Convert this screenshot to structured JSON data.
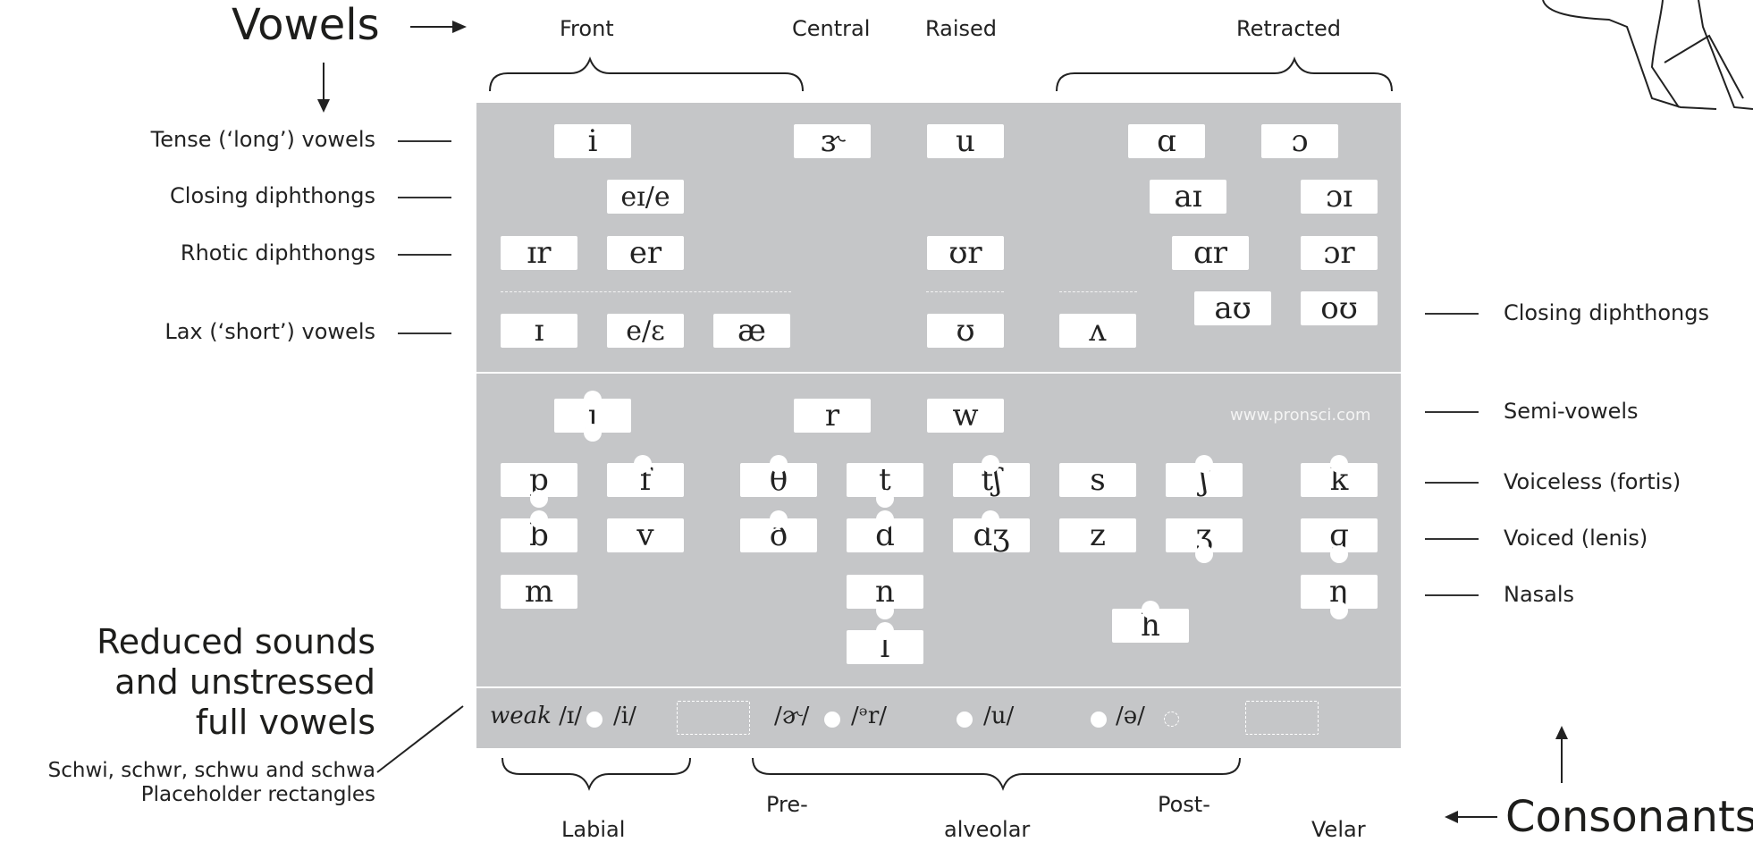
{
  "headings": {
    "vowels": "Vowels",
    "consonants": "Consonants"
  },
  "vowel_columns": {
    "front": "Front",
    "central": "Central",
    "raised": "Raised",
    "retracted": "Retracted"
  },
  "consonant_columns": {
    "labial": "Labial",
    "pre": "Pre-",
    "alveolar": "alveolar",
    "post": "Post-",
    "velar": "Velar"
  },
  "left_labels": {
    "tense": "Tense (‘long’) vowels",
    "closing": "Closing diphthongs",
    "rhotic": "Rhotic diphthongs",
    "lax": "Lax (‘short’) vowels",
    "reduced_1": "Reduced sounds",
    "reduced_2": "and unstressed",
    "reduced_3": "full vowels",
    "schwi_1": "Schwi, schwr, schwu and schwa",
    "schwi_2": "Placeholder rectangles"
  },
  "right_labels": {
    "closing": "Closing diphthongs",
    "semi": "Semi-vowels",
    "voiceless": "Voiceless (fortis)",
    "voiced": "Voiced (lenis)",
    "nasals": "Nasals"
  },
  "website": "www.pronsci.com",
  "vowel_tiles": [
    {
      "id": "i",
      "sym": "i"
    },
    {
      "id": "er-hooked",
      "sym": "ɝ"
    },
    {
      "id": "u",
      "sym": "u"
    },
    {
      "id": "script-a",
      "sym": "ɑ"
    },
    {
      "id": "open-o",
      "sym": "ɔ"
    },
    {
      "id": "ei",
      "sym": "eɪ/e"
    },
    {
      "id": "ai",
      "sym": "aɪ"
    },
    {
      "id": "oi",
      "sym": "ɔɪ"
    },
    {
      "id": "ir",
      "sym": "ɪr"
    },
    {
      "id": "er",
      "sym": "er"
    },
    {
      "id": "ur",
      "sym": "ʊr"
    },
    {
      "id": "ar",
      "sym": "ɑr"
    },
    {
      "id": "or",
      "sym": "ɔr"
    },
    {
      "id": "au",
      "sym": "aʊ"
    },
    {
      "id": "ou",
      "sym": "oʊ"
    },
    {
      "id": "small-i",
      "sym": "ɪ"
    },
    {
      "id": "e-epsilon",
      "sym": "e/ɛ"
    },
    {
      "id": "ae",
      "sym": "æ"
    },
    {
      "id": "upsilon",
      "sym": "ʊ"
    },
    {
      "id": "wedge",
      "sym": "ʌ"
    }
  ],
  "consonant_tiles": [
    {
      "id": "j",
      "sym": "j"
    },
    {
      "id": "r",
      "sym": "r"
    },
    {
      "id": "w",
      "sym": "w"
    },
    {
      "id": "p",
      "sym": "p"
    },
    {
      "id": "f",
      "sym": "f"
    },
    {
      "id": "theta",
      "sym": "θ"
    },
    {
      "id": "t",
      "sym": "t"
    },
    {
      "id": "tsh",
      "sym": "tʃ"
    },
    {
      "id": "s",
      "sym": "s"
    },
    {
      "id": "esh",
      "sym": "ʃ"
    },
    {
      "id": "k",
      "sym": "k"
    },
    {
      "id": "b",
      "sym": "b"
    },
    {
      "id": "v",
      "sym": "v"
    },
    {
      "id": "eth",
      "sym": "ð"
    },
    {
      "id": "d",
      "sym": "d"
    },
    {
      "id": "dzh",
      "sym": "dʒ"
    },
    {
      "id": "z",
      "sym": "z"
    },
    {
      "id": "ezh",
      "sym": "ʒ"
    },
    {
      "id": "g",
      "sym": "ɡ"
    },
    {
      "id": "m",
      "sym": "m"
    },
    {
      "id": "n",
      "sym": "n"
    },
    {
      "id": "eng",
      "sym": "ŋ"
    },
    {
      "id": "h",
      "sym": "h"
    },
    {
      "id": "l",
      "sym": "l"
    }
  ],
  "reduced_row": {
    "weak": "weak",
    "schwi": "/ɪ/",
    "i": "/i/",
    "schwr": "/ɚ/",
    "schwr2": "/ᵊr/",
    "schwu": "/u/",
    "schwa": "/ə/"
  }
}
